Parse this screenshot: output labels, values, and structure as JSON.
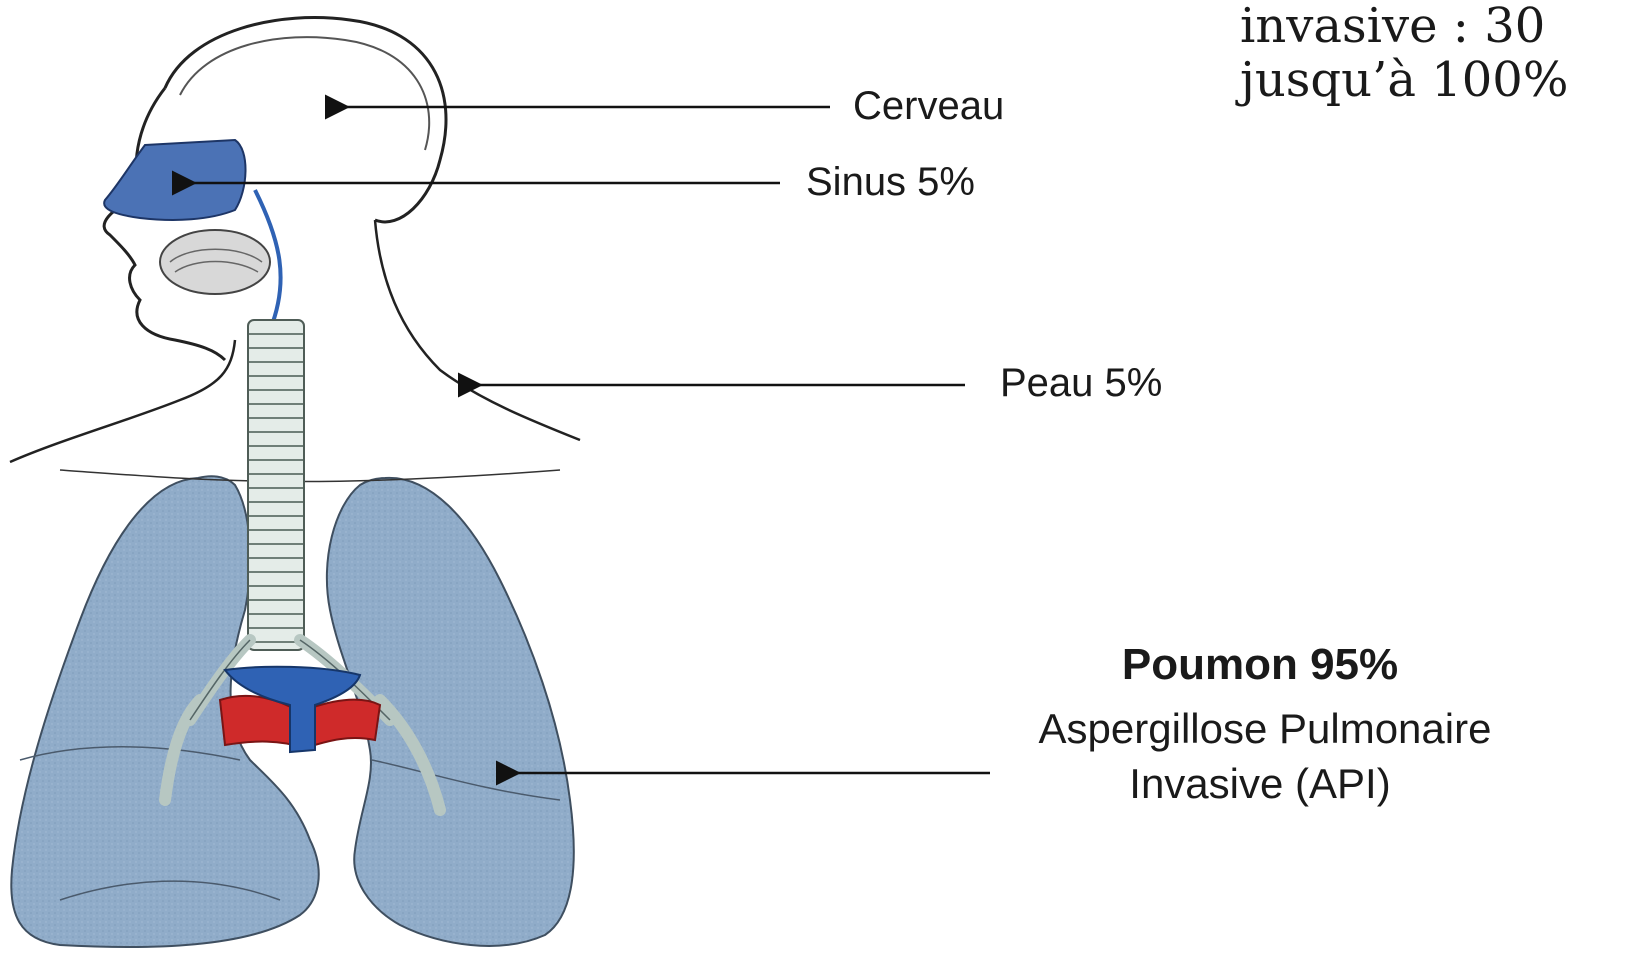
{
  "header_text": {
    "line1": "invasive : 30",
    "line2": "jusqu’à 100%"
  },
  "labels": {
    "cerveau": "Cerveau",
    "sinus": "Sinus 5%",
    "peau": "Peau 5%",
    "poumon_title": "Poumon 95%",
    "poumon_line2": "Aspergillose Pulmonaire",
    "poumon_line3": "Invasive (API)"
  },
  "colors": {
    "lung": "#8eaaca",
    "sinus": "#4b72b5",
    "vessel_red": "#cf2a2a",
    "vessel_blue": "#2f62b4",
    "outline": "#222222"
  }
}
